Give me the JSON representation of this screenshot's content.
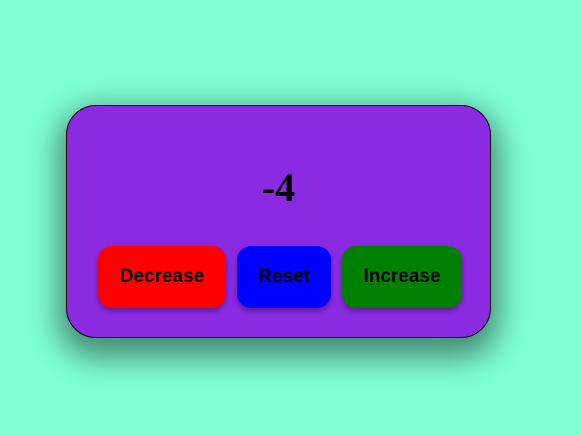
{
  "counter": {
    "value": "-4"
  },
  "buttons": {
    "decrease_label": "Decrease",
    "reset_label": "Reset",
    "increase_label": "Increase"
  },
  "colors": {
    "background": "#7fffd4",
    "card": "#8a2be2",
    "decrease": "#ff0000",
    "reset": "#0000ff",
    "increase": "#008000"
  }
}
